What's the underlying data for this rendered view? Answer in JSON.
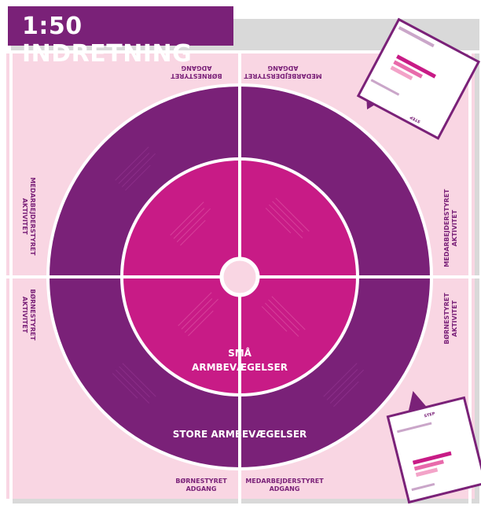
{
  "title": "1:50 INDRETNING",
  "labels": {
    "top_left": [
      "BØRNESTYRET",
      "ADGANG"
    ],
    "top_right": [
      "MEDARBEJDERSTYRET",
      "ADGANG"
    ],
    "bottom_left": [
      "BØRNESTYRET",
      "ADGANG"
    ],
    "bottom_right": [
      "MEDARBEJDERSTYRET",
      "ADGANG"
    ],
    "left_upper": [
      "MEDARBEJDERSTYRET",
      "AKTIVITET"
    ],
    "left_lower": [
      "BØRNESTYRET",
      "AKTIVITET"
    ],
    "right_upper": [
      "MEDARBEJDERSTYRET",
      "AKTIVITET"
    ],
    "right_lower": [
      "BØRNESTYRET",
      "AKTIVITET"
    ]
  },
  "rings": {
    "inner": [
      "SMÅ",
      "ARMBEVÆGELSER"
    ],
    "outer": "STORE ARMBEVÆGELSER"
  },
  "cards": {
    "step_label": "STEP"
  },
  "colors": {
    "purple": "#7a2178",
    "magenta": "#c81b86",
    "pink_bg": "#f9d6e3",
    "white": "#ffffff"
  }
}
